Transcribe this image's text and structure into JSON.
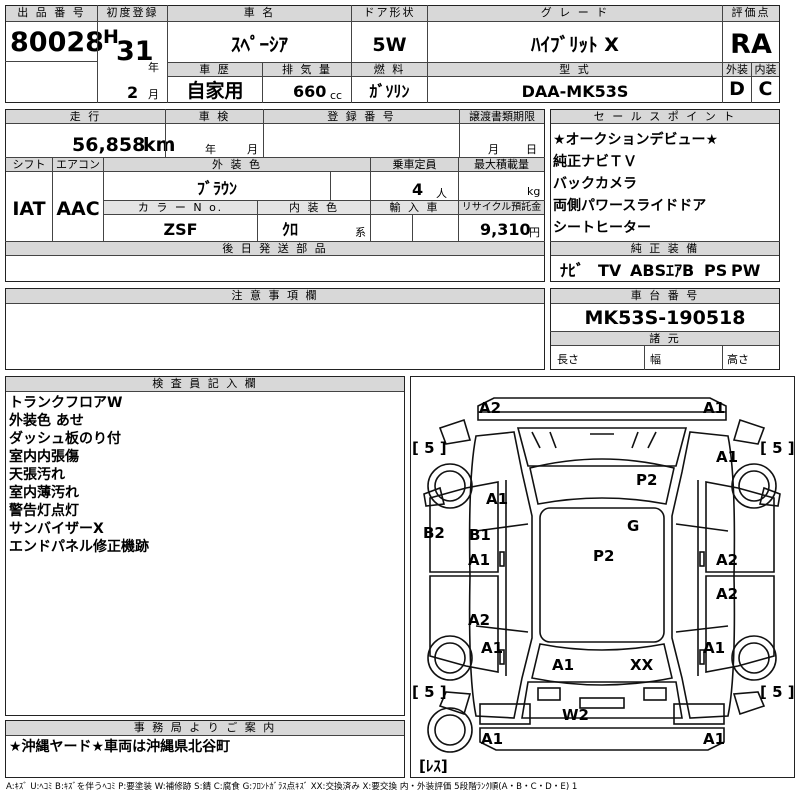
{
  "header_labels": {
    "lot": "出 品 番 号",
    "first_reg": "初度登録",
    "name": "車 名",
    "door": "ドア形状",
    "grade": "グ レ ー ド",
    "score": "評価点",
    "history": "車 歴",
    "displacement": "排 気 量",
    "fuel": "燃 料",
    "model": "型 式",
    "exterior": "外装",
    "interior": "内装",
    "mileage": "走 行",
    "inspection": "車 検",
    "registration": "登 録 番 号",
    "transfer_deadline": "譲渡書類期限",
    "shift": "シフト",
    "aircon": "エアコン",
    "color": "外 装 色",
    "capacity": "乗車定員",
    "max_load": "最大積載量",
    "color_no": "カ ラ ー N o.",
    "int_color": "内 装 色",
    "import": "輸 入 車",
    "recycle": "リサイクル預託金",
    "later_parts": "後 日 発 送 部 品",
    "sales_points": "セ ー ル ス ポ イ ン ト",
    "equipment": "純 正 装 備",
    "notes": "注 意 事 項 欄",
    "chassis": "車 台 番 号",
    "dims": "諸 元",
    "inspector": "検 査 員 記 入 欄",
    "office": "事 務 局 よ り ご 案 内"
  },
  "lot_number": "80028",
  "year": {
    "era": "H",
    "value": "31",
    "unit": "年"
  },
  "month": {
    "value": "2",
    "unit": "月"
  },
  "car_name": "ｽﾍﾟｰｼｱ",
  "door_type": "5W",
  "grade": "ﾊｲﾌﾞﾘｯﾄ X",
  "score": "RA",
  "history": "自家用",
  "displacement": {
    "value": "660",
    "unit": "cc"
  },
  "fuel": "ｶﾞｿﾘﾝ",
  "model_code": "DAA-MK53S",
  "exterior_grade": "D",
  "interior_grade": "C",
  "mileage": {
    "value": "56,858",
    "unit": "km"
  },
  "inspection_units": {
    "year": "年",
    "month": "月"
  },
  "transfer_units": {
    "month": "月",
    "day": "日"
  },
  "shift": "IAT",
  "aircon": "AAC",
  "color": "ﾌﾞﾗｳﾝ",
  "capacity": {
    "value": "4",
    "unit": "人"
  },
  "load_unit": "kg",
  "color_no": "ZSF",
  "interior_color": {
    "value": "ｸﾛ",
    "unit": "系"
  },
  "recycle": {
    "value": "9,310",
    "unit": "円"
  },
  "sales_points": [
    "★オークションデビュー★",
    "純正ナビＴＶ",
    "バックカメラ",
    "両側パワースライドドア",
    "シートヒーター"
  ],
  "equipment": [
    "ﾅﾋﾞ",
    "TV",
    "ABS",
    "ｴｱB",
    "PS",
    "PW"
  ],
  "chassis_number": "MK53S-190518",
  "dim_labels": {
    "length": "長さ",
    "width": "幅",
    "height": "高さ"
  },
  "inspector_notes": [
    "トランクフロアW",
    "外装色 あせ",
    "ダッシュ板のり付",
    "室内内張傷",
    "天張汚れ",
    "室内薄汚れ",
    "警告灯点灯",
    "サンバイザーX",
    "エンドパネル修正機跡"
  ],
  "office_note": "★沖縄ヤード★車両は沖縄県北谷町",
  "diagram": {
    "tire_labels": [
      "[ 5 ]",
      "[ 5 ]",
      "[ 5 ]",
      "[ 5 ]",
      "[ﾚｽ]"
    ],
    "marks": [
      "A2",
      "A1",
      "A1",
      "P2",
      "A1",
      "G",
      "B2",
      "B1",
      "A1",
      "P2",
      "A2",
      "A2",
      "A2",
      "A1",
      "A1",
      "A1",
      "XX",
      "W2",
      "A1",
      "A1"
    ]
  },
  "legend": "A:ｷｽﾞ U:ﾍｺﾐ B:ｷｽﾞを伴うﾍｺﾐ P:要塗装 W:補修跡 S:錆 C:腐食 G:ﾌﾛﾝﾄｶﾞﾗｽ点ｷｽﾞ XX:交換済み X:要交換  内・外装評価 5段階ﾗﾝｸ順(A・B・C・D・E) 1"
}
